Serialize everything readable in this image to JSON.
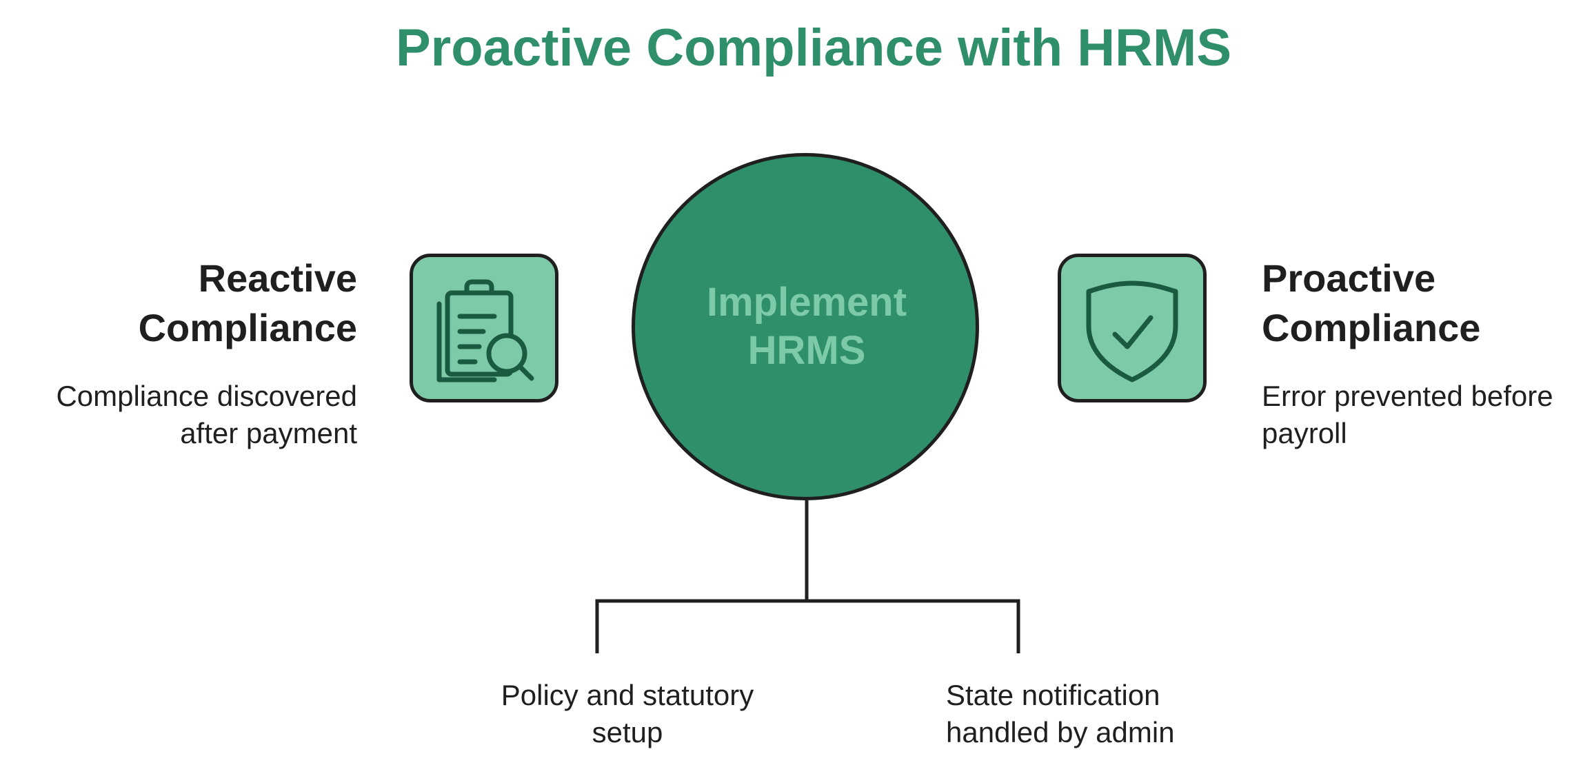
{
  "title": "Proactive Compliance with HRMS",
  "center": {
    "label_line1": "Implement",
    "label_line2": "HRMS"
  },
  "left": {
    "heading_line1": "Reactive",
    "heading_line2": "Compliance",
    "desc_line1": "Compliance discovered",
    "desc_line2": "after payment",
    "icon": "clipboard-search-icon"
  },
  "right": {
    "heading_line1": "Proactive",
    "heading_line2": "Compliance",
    "desc_line1": "Error prevented before",
    "desc_line2": "payroll",
    "icon": "shield-check-icon"
  },
  "branches": [
    {
      "line1": "Policy and statutory",
      "line2": "setup"
    },
    {
      "line1": "State notification",
      "line2": "handled by admin"
    }
  ],
  "colors": {
    "title": "#2e8f6a",
    "circle_fill": "#2e8f6a",
    "circle_label": "#7dcaa8",
    "icon_box_fill": "#7dcaa8",
    "icon_stroke": "#1a5a40",
    "outline": "#1f1f1f"
  }
}
